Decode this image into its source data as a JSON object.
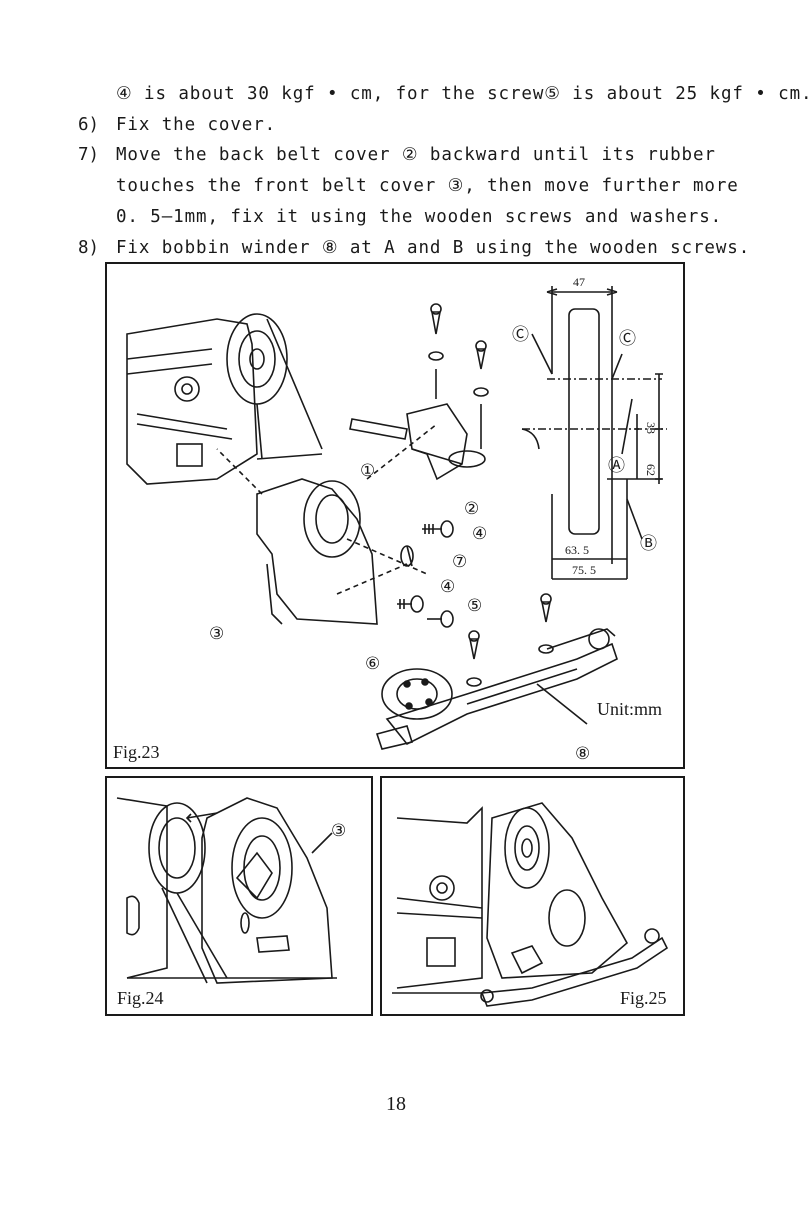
{
  "instructions": {
    "continuation": "④ is about 30 kgf • cm, for the screw⑤ is about 25 kgf • cm.",
    "steps": [
      {
        "num": "6)",
        "lines": [
          "Fix the cover."
        ]
      },
      {
        "num": "7)",
        "lines": [
          "Move the back belt cover ② backward until its rubber",
          "touches the front belt cover ③, then move further more",
          "0. 5—1mm, fix it using the wooden screws and washers."
        ]
      },
      {
        "num": "8)",
        "lines": [
          "Fix bobbin winder ⑧ at A and B using the wooden screws."
        ]
      }
    ]
  },
  "figures": {
    "fig23": {
      "label": "Fig.23",
      "unit_label": "Unit:mm",
      "callouts": [
        "①",
        "②",
        "③",
        "④",
        "④",
        "⑤",
        "⑥",
        "⑦",
        "⑧",
        "Ⓒ",
        "Ⓒ",
        "Ⓐ",
        "Ⓑ"
      ],
      "dimensions": {
        "width_top": "47",
        "d1": "33",
        "d2": "62",
        "d3": "63. 5",
        "d4": "75. 5"
      }
    },
    "fig24": {
      "label": "Fig.24",
      "callout": "③"
    },
    "fig25": {
      "label": "Fig.25"
    }
  },
  "page_number": "18"
}
